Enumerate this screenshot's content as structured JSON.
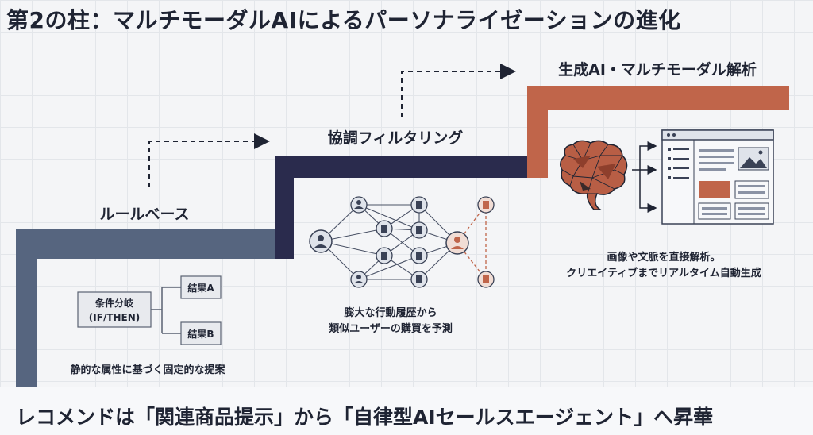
{
  "title": "第2の柱：マルチモーダルAIによるパーソナライゼーションの進化",
  "footer": "レコメンドは「関連商品提示」から「自律型AIセールスエージェント」へ昇華",
  "stages": {
    "rule_based": {
      "label": "ルールベース",
      "condition_line1": "条件分岐",
      "condition_line2": "(IF/THEN)",
      "result_a": "結果A",
      "result_b": "結果B",
      "caption": "静的な属性に基づく固定的な提案"
    },
    "collaborative": {
      "label": "協調フィルタリング",
      "caption_line1": "膨大な行動履歴から",
      "caption_line2": "類似ユーザーの購買を予測"
    },
    "generative": {
      "label": "生成AI・マルチモーダル解析",
      "caption_line1": "画像や文脈を直接解析。",
      "caption_line2": "クリエイティブまでリアルタイム自動生成"
    }
  },
  "colors": {
    "step1": "#56657f",
    "step2": "#2a2b4d",
    "step3": "#c0654a",
    "ink": "#1f2433"
  }
}
